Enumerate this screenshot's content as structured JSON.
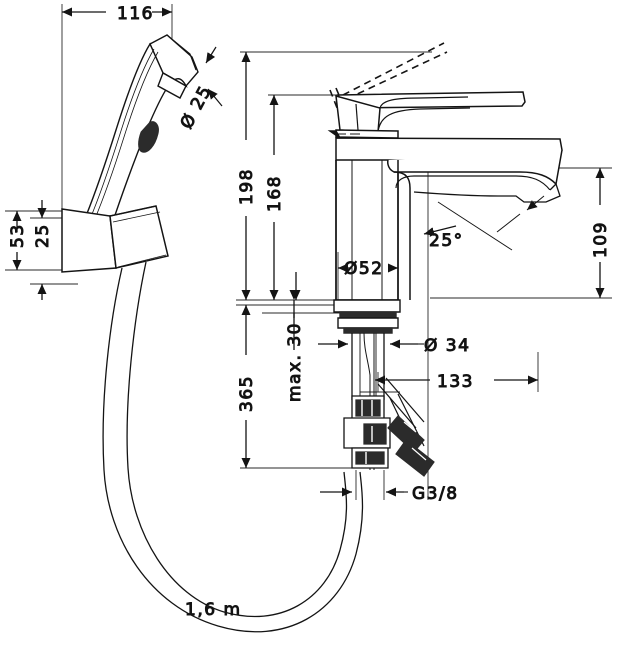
{
  "drawing": {
    "title": "Single lever basin mixer with bidette hand shower — dimensional drawing",
    "units": "mm",
    "line_color": "#141414",
    "background": "#ffffff"
  },
  "dimensions": {
    "width_116": "116",
    "diameter_25": "Ø 25",
    "height_53": "53",
    "height_25": "25",
    "height_198": "198",
    "height_168": "168",
    "diameter_52": "Ø52",
    "angle_25": "25°",
    "height_109": "109",
    "length_365": "365",
    "max_30": "max. 30",
    "diameter_34": "Ø 34",
    "length_133": "133",
    "thread_g38": "G3/8",
    "hose_length": "1,6 m"
  },
  "labels": {
    "handshower": "bidette-hand-shower",
    "holder": "wall-holder",
    "mixer_body": "basin-mixer-body",
    "lever": "single-lever-handle",
    "lever_open": "lever-open-position-dashed",
    "spout": "spout",
    "shank": "threaded-shank",
    "hoses": "flexible-connection-hoses",
    "hose": "shower-hose"
  }
}
